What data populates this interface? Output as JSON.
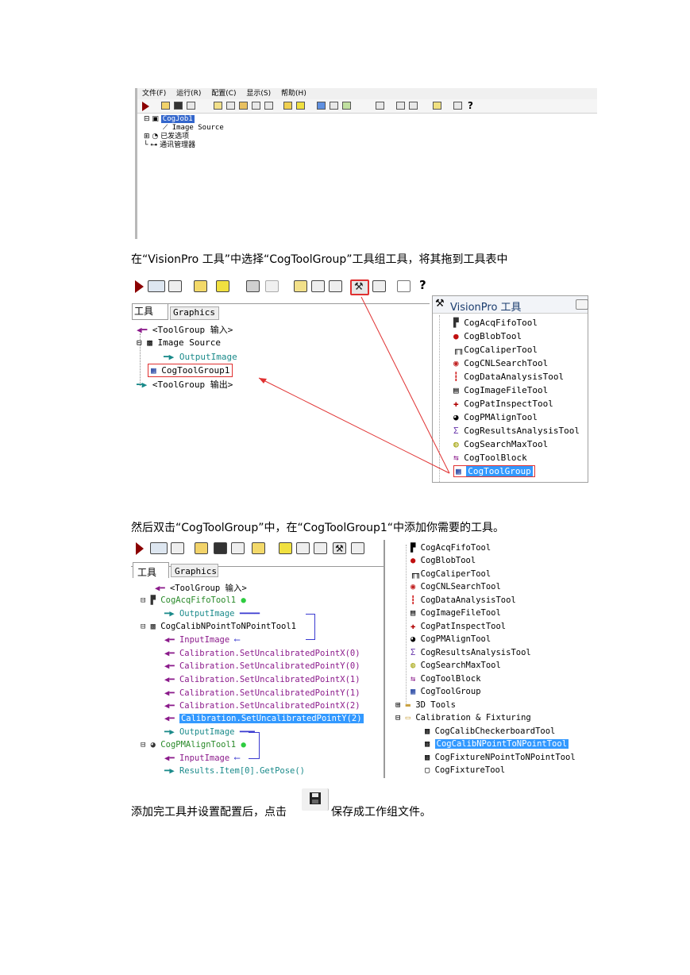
{
  "shot1": {
    "menu": [
      "文件(F)",
      "运行(R)",
      "配置(C)",
      "显示(S)",
      "帮助(H)"
    ],
    "tree": [
      "CogJob1",
      "Image Source",
      "已发选项",
      "通讯管理器"
    ]
  },
  "caption1": "在“VisionPro 工具”中选择“CogToolGroup”工具组工具，将其拖到工具表中",
  "shot2": {
    "tabs": [
      "工具",
      "Graphics"
    ],
    "tree": [
      "<ToolGroup 输入>",
      "Image Source",
      "OutputImage",
      "CogToolGroup1",
      "<ToolGroup 输出>"
    ],
    "panel_title": "VisionPro 工具",
    "tools": [
      "CogAcqFifoTool",
      "CogBlobTool",
      "CogCaliperTool",
      "CogCNLSearchTool",
      "CogDataAnalysisTool",
      "CogImageFileTool",
      "CogPatInspectTool",
      "CogPMAlignTool",
      "CogResultsAnalysisTool",
      "CogSearchMaxTool",
      "CogToolBlock",
      "CogToolGroup"
    ]
  },
  "caption2": "然后双击“CogToolGroup”中，在“CogToolGroup1“中添加你需要的工具。",
  "shot3": {
    "tabs": [
      "工具",
      "Graphics"
    ],
    "tree": [
      "<ToolGroup 输入>",
      "CogAcqFifoTool1",
      "OutputImage",
      "CogCalibNPointToNPointTool1",
      "InputImage",
      "Calibration.SetUncalibratedPointX(0)",
      "Calibration.SetUncalibratedPointY(0)",
      "Calibration.SetUncalibratedPointX(1)",
      "Calibration.SetUncalibratedPointY(1)",
      "Calibration.SetUncalibratedPointX(2)",
      "Calibration.SetUncalibratedPointY(2)",
      "OutputImage",
      "CogPMAlignTool1",
      "InputImage",
      "Results.Item[0].GetPose()"
    ],
    "tools": [
      "CogAcqFifoTool",
      "CogBlobTool",
      "CogCaliperTool",
      "CogCNLSearchTool",
      "CogDataAnalysisTool",
      "CogImageFileTool",
      "CogPatInspectTool",
      "CogPMAlignTool",
      "CogResultsAnalysisTool",
      "CogSearchMaxTool",
      "CogToolBlock",
      "CogToolGroup",
      "3D Tools",
      "Calibration & Fixturing",
      "CogCalibCheckerboardTool",
      "CogCalibNPointToNPointTool",
      "CogFixtureNPointToNPointTool",
      "CogFixtureTool"
    ]
  },
  "caption3_before": "添加完工具并设置配置后，点击",
  "caption3_after": "保存成工作组文件。",
  "colors": {
    "arrow_red": "#e03030",
    "selection_blue": "#3399ff",
    "purple": "#8b1a8b",
    "teal": "#1a8a8a"
  },
  "icons": [
    "run-icon",
    "save-icon",
    "toolbox-icon",
    "floppy-save-icon"
  ]
}
